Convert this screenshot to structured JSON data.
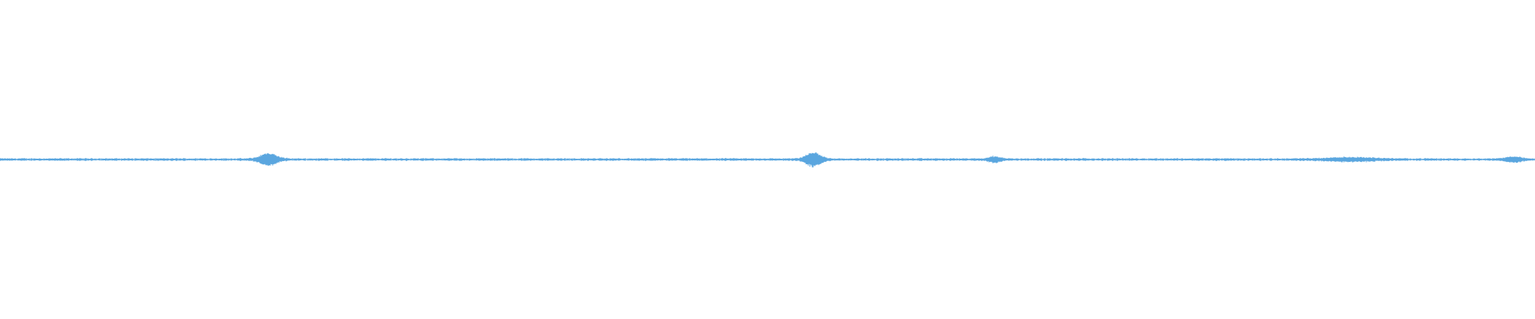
{
  "waveform": {
    "color": "#5aa6df",
    "background": "#ffffff",
    "baseline_fraction": 0.5,
    "bursts": [
      {
        "center": 0.175,
        "amplitude": 0.018,
        "spread": 0.007
      },
      {
        "center": 0.53,
        "amplitude": 0.022,
        "spread": 0.006
      },
      {
        "center": 0.648,
        "amplitude": 0.008,
        "spread": 0.005
      },
      {
        "center": 0.88,
        "amplitude": 0.005,
        "spread": 0.02
      },
      {
        "center": 0.986,
        "amplitude": 0.008,
        "spread": 0.006
      }
    ],
    "noise_amplitude": 0.0035
  }
}
